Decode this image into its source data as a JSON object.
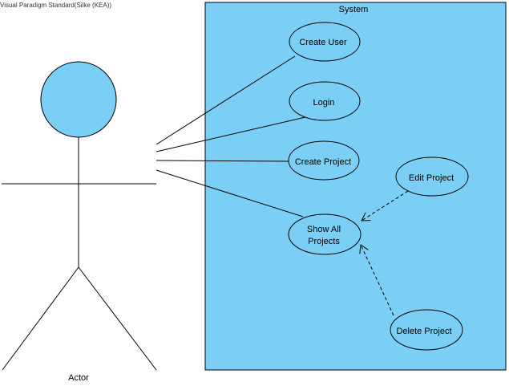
{
  "watermark": "Visual Paradigm Standard(Silke (KEA))",
  "system": {
    "label": "System",
    "fill": "#7ccff4"
  },
  "actor": {
    "label": "Actor",
    "fill": "#7ccff4"
  },
  "use_cases": {
    "create_user": "Create User",
    "login": "Login",
    "create_project": "Create Project",
    "show_all_projects_line1": "Show All",
    "show_all_projects_line2": "Projects",
    "edit_project": "Edit Project",
    "delete_project": "Delete Project"
  }
}
